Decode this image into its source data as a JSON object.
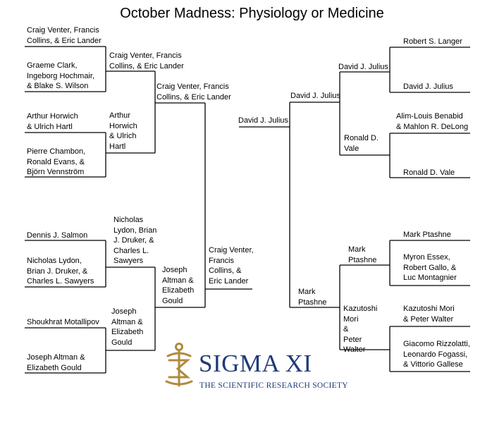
{
  "title": "October Madness: Physiology or Medicine",
  "logo": {
    "name": "SIGMA XI",
    "tagline": "THE SCIENTIFIC RESEARCH SOCIETY",
    "color": "#1f3a78",
    "accent": "#b08a3a"
  },
  "bracket": {
    "left": {
      "round1": [
        "Craig Venter, Francis\nCollins, & Eric Lander",
        "Graeme Clark,\nIngeborg Hochmair,\n& Blake S. Wilson",
        "Arthur Horwich\n& Ulrich Hartl",
        "Pierre Chambon,\nRonald Evans, &\nBjörn Vennström",
        "Dennis J. Salmon",
        "Nicholas Lydon,\nBrian J. Druker, &\nCharles L. Sawyers",
        "Shoukhrat Motallipov",
        "Joseph Altman &\nElizabeth Gould"
      ],
      "round2": [
        "Craig Venter, Francis\nCollins, & Eric Lander",
        "Arthur\nHorwich\n& Ulrich\nHartl",
        "Nicholas\nLydon, Brian\nJ. Druker, &\nCharles L.\nSawyers",
        "Joseph\nAltman &\nElizabeth\nGould"
      ],
      "round3": [
        "Craig Venter, Francis\nCollins, & Eric Lander",
        "Joseph\nAltman &\nElizabeth\nGould"
      ],
      "final": "Craig Venter,\nFrancis\nCollins, &\nEric Lander"
    },
    "right": {
      "round1": [
        "Robert S. Langer",
        "David J. Julius",
        "Alim-Louis Benabid\n& Mahlon R. DeLong",
        "Ronald D. Vale",
        "Mark Ptashne",
        "Myron Essex,\nRobert Gallo, &\nLuc Montagnier",
        "Kazutoshi Mori\n& Peter Walter",
        "Giacomo Rizzolatti,\nLeonardo Fogassi,\n& Vittorio Gallese"
      ],
      "round2": [
        "David J. Julius",
        "Ronald D.\nVale",
        "Mark\nPtashne",
        "Kazutoshi\nMori\n&\nPeter\nWalter"
      ],
      "round3": [
        "David J. Julius",
        "Mark\nPtashne"
      ],
      "final": "David J. Julius"
    }
  }
}
